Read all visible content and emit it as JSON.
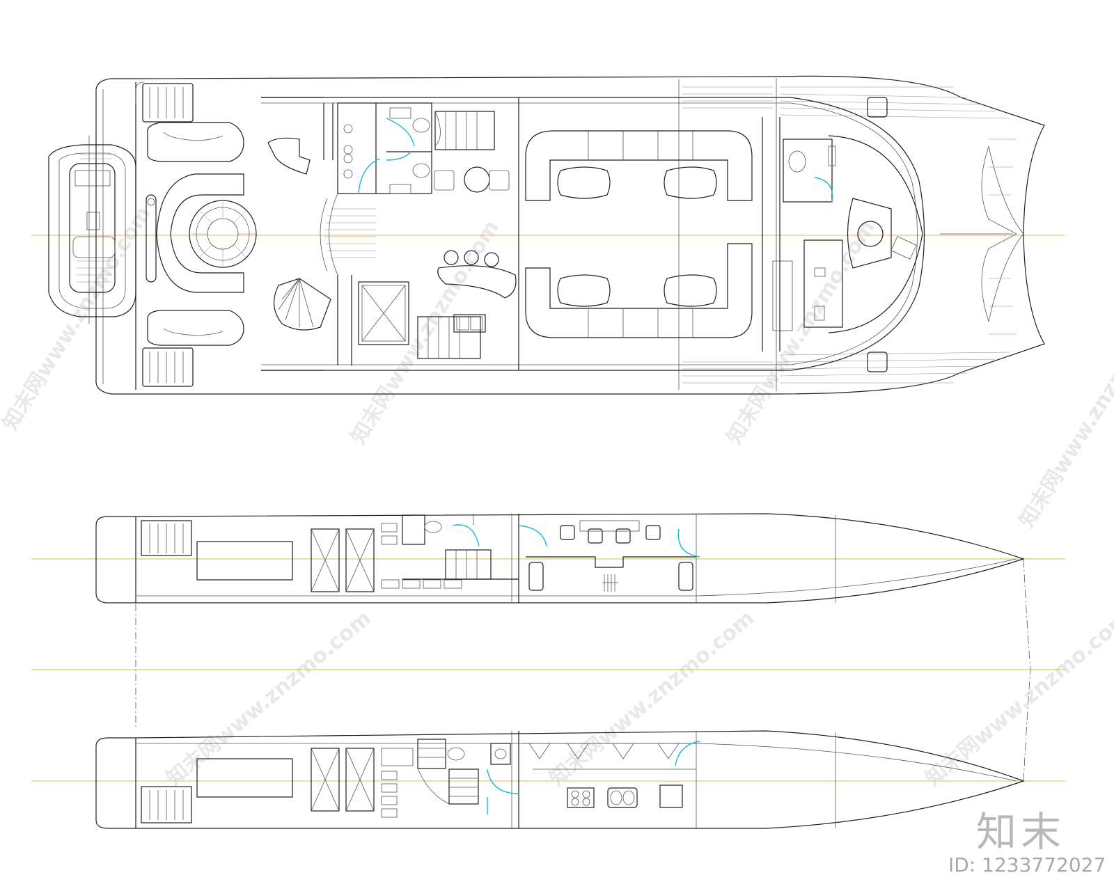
{
  "diagram": {
    "views": [
      {
        "id": "upper-deck-plan"
      },
      {
        "id": "port-hull-plan"
      },
      {
        "id": "starboard-hull-plan"
      }
    ],
    "colors": {
      "lines": "#1e1e1e",
      "door_swings": "#19b9d8",
      "centerlines": "#e8b44a",
      "watermark": "#d6d6d6"
    }
  },
  "watermark": {
    "site_text": "知末网www.znzmo.com",
    "logo_text": "知末",
    "id_text": "ID: 1233772027"
  }
}
